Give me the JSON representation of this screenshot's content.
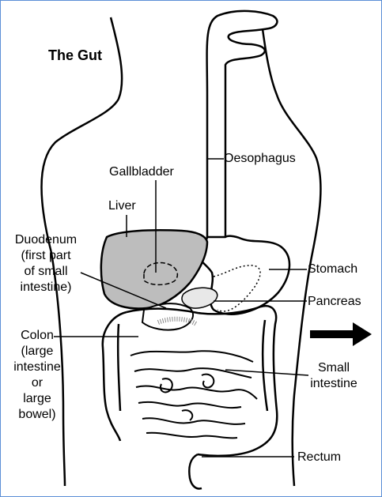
{
  "title": "The Gut",
  "labels": {
    "oesophagus": "Oesophagus",
    "gallbladder": "Gallbladder",
    "liver": "Liver",
    "duodenum": "Duodenum\n(first part\nof small\nintestine)",
    "stomach": "Stomach",
    "pancreas": "Pancreas",
    "colon": "Colon\n(large\nintestine\nor\nlarge\nbowel)",
    "small_intestine": "Small\nintestine",
    "rectum": "Rectum"
  },
  "colors": {
    "frame": "#5b8fd6",
    "organ_fill": "#bdbdbd",
    "line": "#000000"
  },
  "icons": {
    "arrow": "right-arrow-icon"
  }
}
